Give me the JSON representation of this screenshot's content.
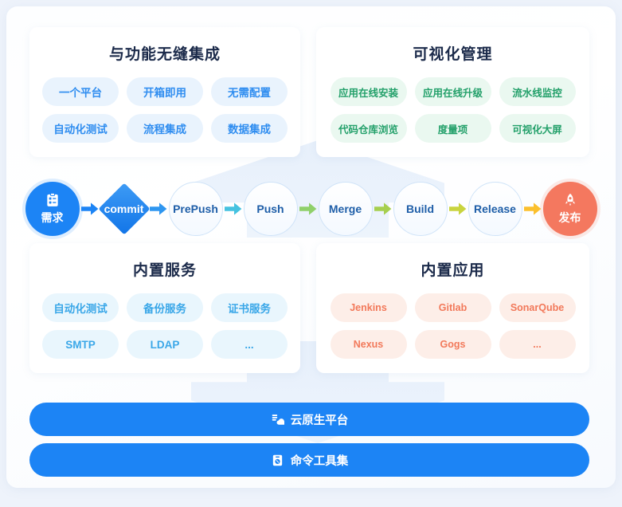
{
  "colors": {
    "page_bg": "#eef3fb",
    "panel_bg": "#ffffff",
    "brand_blue": "#1c84f5",
    "end_red": "#f4785f",
    "pill_blue_text": "#2f8df0",
    "pill_green_text": "#23a06a",
    "pill_red_text": "#f2795a",
    "title_text": "#1b2a4a"
  },
  "cards": {
    "top_left": {
      "title": "与功能无缝集成",
      "pill_style": "blue",
      "pills": [
        "一个平台",
        "开箱即用",
        "无需配置",
        "自动化测试",
        "流程集成",
        "数据集成"
      ]
    },
    "top_right": {
      "title": "可视化管理",
      "pill_style": "green",
      "pills": [
        "应用在线安装",
        "应用在线升级",
        "流水线监控",
        "代码仓库浏览",
        "度量项",
        "可视化大屏"
      ]
    },
    "bottom_left": {
      "title": "内置服务",
      "pill_style": "cyan",
      "pills": [
        "自动化测试",
        "备份服务",
        "证书服务",
        "SMTP",
        "LDAP",
        "..."
      ]
    },
    "bottom_right": {
      "title": "内置应用",
      "pill_style": "red",
      "pills": [
        "Jenkins",
        "Gitlab",
        "SonarQube",
        "Nexus",
        "Gogs",
        "..."
      ]
    }
  },
  "pipeline": {
    "start": {
      "label": "需求",
      "icon": "clipboard-icon",
      "color": "#1c84f5"
    },
    "commit": {
      "label": "commit",
      "shape": "diamond"
    },
    "stages": [
      {
        "label": "PrePush"
      },
      {
        "label": "Push"
      },
      {
        "label": "Merge"
      },
      {
        "label": "Build"
      },
      {
        "label": "Release"
      }
    ],
    "end": {
      "label": "发布",
      "icon": "rocket-icon",
      "color": "#f4785f"
    },
    "arrow_colors": [
      "#1c84f5",
      "#2e96f0",
      "#45c2e0",
      "#8fd06a",
      "#a6cf4f",
      "#c9d43f",
      "#fbc02d"
    ]
  },
  "bottom_bars": [
    {
      "label": "云原生平台",
      "icon": "cloud-server-icon"
    },
    {
      "label": "命令工具集",
      "icon": "terminal-tool-icon"
    }
  ]
}
